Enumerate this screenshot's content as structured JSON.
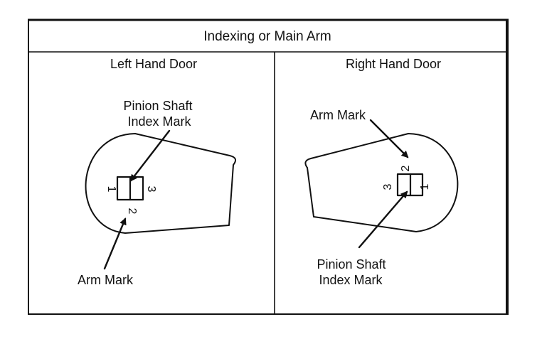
{
  "title": "Indexing or Main Arm",
  "left_panel": {
    "heading": "Left Hand Door",
    "pinion_label_line1": "Pinion Shaft",
    "pinion_label_line2": "Index Mark",
    "arm_label": "Arm Mark",
    "index_numbers": [
      "1",
      "2",
      "3"
    ]
  },
  "right_panel": {
    "heading": "Right Hand Door",
    "arm_label": "Arm Mark",
    "pinion_label_line1": "Pinion Shaft",
    "pinion_label_line2": "Index Mark",
    "index_numbers": [
      "1",
      "2",
      "3"
    ]
  }
}
